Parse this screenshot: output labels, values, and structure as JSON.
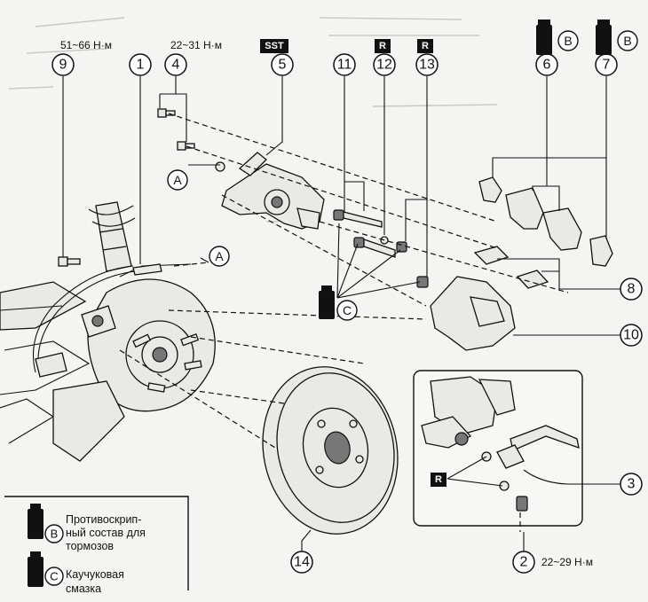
{
  "callouts": {
    "n1": "1",
    "n2": "2",
    "n3": "3",
    "n4": "4",
    "n5": "5",
    "n6": "6",
    "n7": "7",
    "n8": "8",
    "n9": "9",
    "n10": "10",
    "n11": "11",
    "n12": "12",
    "n13": "13",
    "n14": "14"
  },
  "torques": {
    "t9": "51~66 Н·м",
    "t4": "22~31 Н·м",
    "t2": "22~29 Н·м"
  },
  "tags": {
    "sst": "SST",
    "r": "R"
  },
  "letters": {
    "a": "A",
    "b": "B",
    "c": "C"
  },
  "legend": {
    "b_line1": "Противоскрип-",
    "b_line2": "ный состав для",
    "b_line3": "тормозов",
    "c_line1": "Каучуковая",
    "c_line2": "смазка"
  }
}
